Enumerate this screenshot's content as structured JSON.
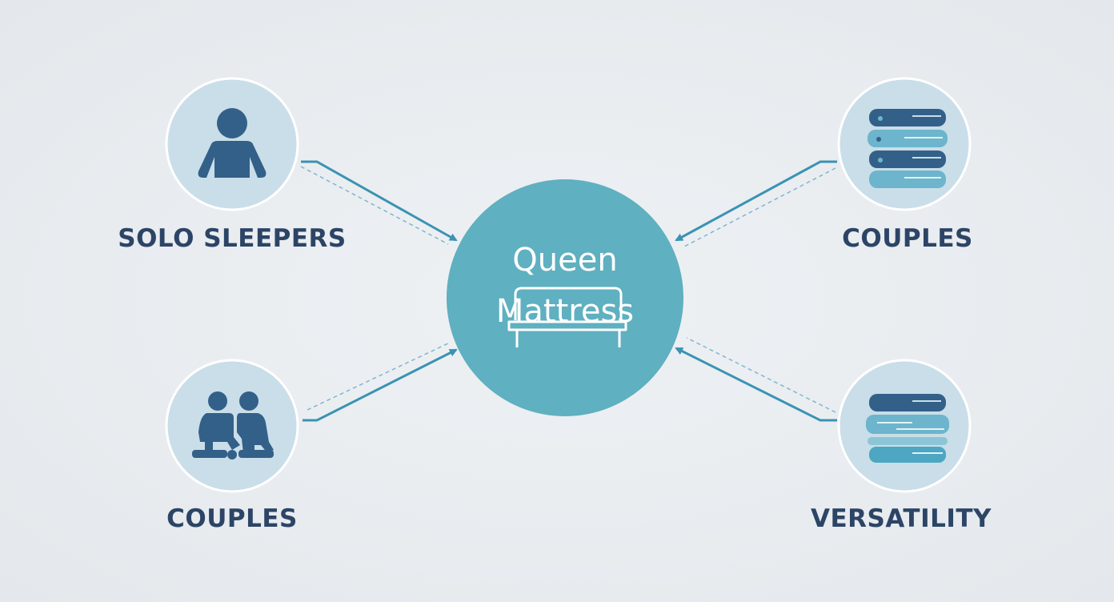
{
  "center": {
    "line1": "Queen",
    "line2": "Mattress"
  },
  "nodes": [
    {
      "label": "SOLO SLEEPERS",
      "icon": "single-person-icon"
    },
    {
      "label": "COUPLES",
      "icon": "two-people-icon"
    },
    {
      "label": "COUPLES",
      "icon": "stacked-layers-icon"
    },
    {
      "label": "VERSATILITY",
      "icon": "stacked-layers-icon"
    }
  ],
  "colors": {
    "node_fill": "#c9dee8",
    "center_fill": "#5fb0c0",
    "arrow": "#3a93b3",
    "label_text": "#2c4566",
    "icon_dark": "#336089",
    "icon_light": "#6cb5cc"
  }
}
